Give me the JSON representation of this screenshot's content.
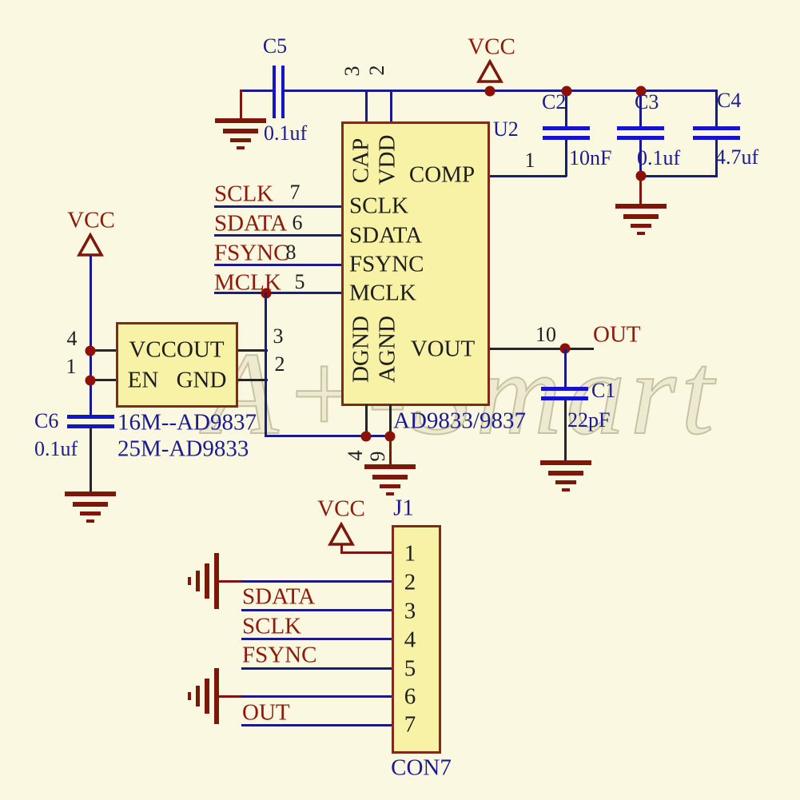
{
  "watermark_text": "A+-Smart",
  "power_labels": {
    "vcc": "VCC"
  },
  "u2": {
    "ref": "U2",
    "part_label": "AD9833/9837",
    "pin_names": {
      "cap": "CAP",
      "vdd": "VDD",
      "comp": "COMP",
      "sclk": "SCLK",
      "sdata": "SDATA",
      "fsync": "FSYNC",
      "mclk": "MCLK",
      "dgnd": "DGND",
      "agnd": "AGND",
      "vout": "VOUT"
    },
    "pin_numbers": {
      "cap": "3",
      "vdd": "2",
      "comp": "1",
      "sclk": "7",
      "sdata": "6",
      "fsync": "8",
      "mclk": "5",
      "dgnd": "4",
      "agnd": "9",
      "vout": "10"
    }
  },
  "net_labels": {
    "sclk": "SCLK",
    "sdata": "SDATA",
    "fsync": "FSYNC",
    "mclk": "MCLK",
    "out": "OUT"
  },
  "oscillator": {
    "pin_names": {
      "vcc_out": "VCCOUT",
      "en": "EN",
      "gnd": "GND"
    },
    "pin_numbers": {
      "vcc": "4",
      "en": "1",
      "out": "3",
      "gnd": "2"
    },
    "variant_note_line1": "16M--AD9837",
    "variant_note_line2": "25M-AD9833"
  },
  "capacitors": {
    "c1": {
      "ref": "C1",
      "value": "22pF"
    },
    "c2": {
      "ref": "C2",
      "value": "10nF"
    },
    "c3": {
      "ref": "C3",
      "value": "0.1uf"
    },
    "c4": {
      "ref": "C4",
      "value": "4.7uf"
    },
    "c5": {
      "ref": "C5",
      "value": "0.1uf"
    },
    "c6": {
      "ref": "C6",
      "value": "0.1uf"
    }
  },
  "j1": {
    "ref": "J1",
    "type_label": "CON7",
    "pin_numbers": [
      "1",
      "2",
      "3",
      "4",
      "5",
      "6",
      "7"
    ],
    "signals": {
      "sdata": "SDATA",
      "sclk": "SCLK",
      "fsync": "FSYNC",
      "out": "OUT"
    }
  }
}
